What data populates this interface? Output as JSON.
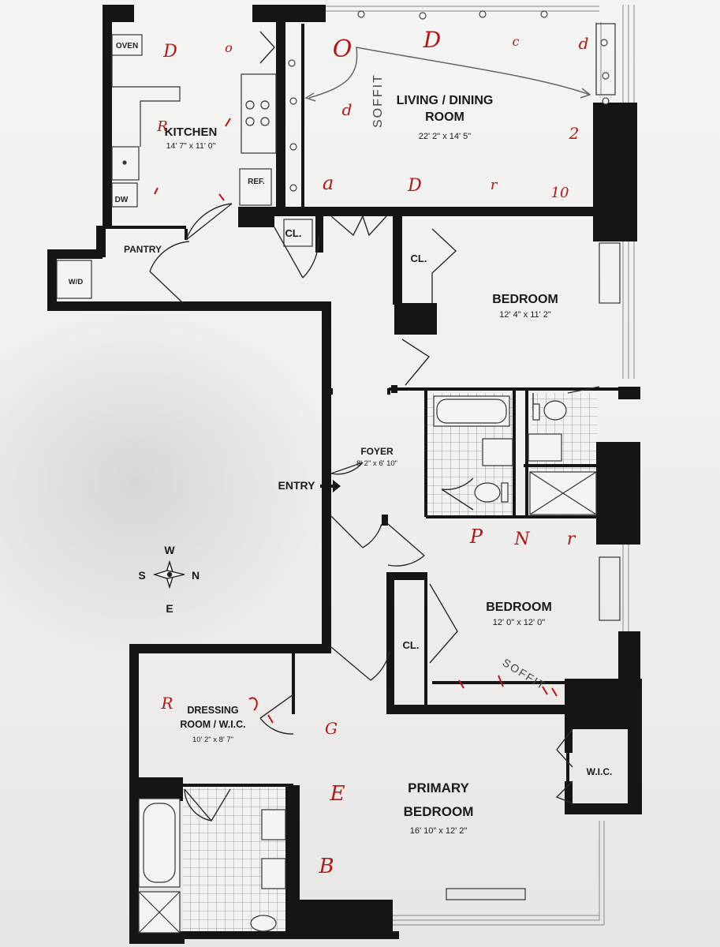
{
  "rooms": {
    "kitchen": {
      "name": "KITCHEN",
      "dims": "14' 7\" x 11' 0\""
    },
    "living": {
      "name_line1": "LIVING / DINING",
      "name_line2": "ROOM",
      "dims": "22' 2\" x 14' 5\""
    },
    "bedroom1": {
      "name": "BEDROOM",
      "dims": "12' 4\" x 11' 2\""
    },
    "foyer": {
      "name": "FOYER",
      "dims": "8' 2\" x 6' 10\""
    },
    "bedroom2": {
      "name": "BEDROOM",
      "dims": "12' 0\" x 12' 0\""
    },
    "dressing": {
      "name_line1": "DRESSING",
      "name_line2": "ROOM / W.I.C.",
      "dims": "10' 2\" x 8' 7\""
    },
    "primary": {
      "name_line1": "PRIMARY",
      "name_line2": "BEDROOM",
      "dims": "16' 10\" x 12' 2\""
    }
  },
  "labels": {
    "oven": "OVEN",
    "dw": "DW",
    "ref": "REF.",
    "pantry": "PANTRY",
    "wd": "W/D",
    "closet": "CL.",
    "wic": "W.I.C.",
    "entry": "ENTRY",
    "soffit": "SOFFIT"
  },
  "compass": {
    "north": "N",
    "south": "S",
    "east": "E",
    "west": "W"
  },
  "annotations": [
    "D",
    "o",
    "O",
    "D",
    "c",
    "d",
    "d",
    "2",
    "R",
    "a",
    "D",
    "r",
    "10",
    "P",
    "N",
    "r",
    "R",
    "G",
    "E",
    "B"
  ],
  "colors": {
    "wall": "#151515",
    "ink": "#b81414",
    "paper": "#f2f2f0"
  }
}
